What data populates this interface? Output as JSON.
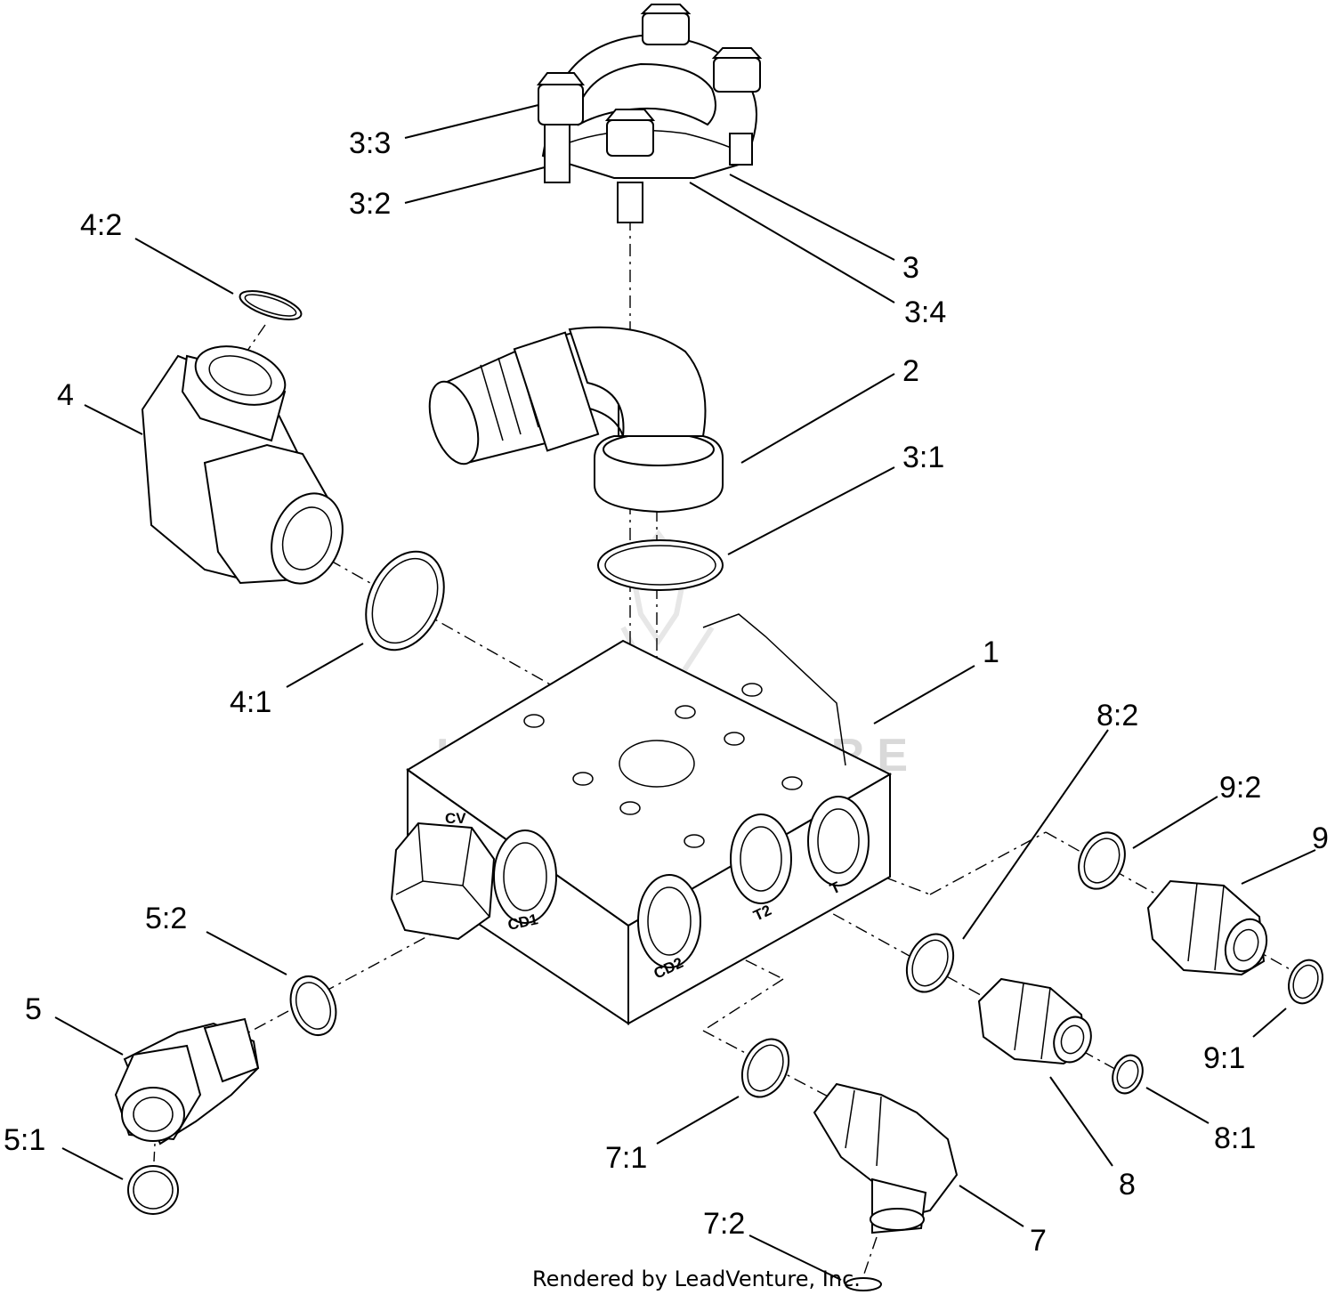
{
  "callouts": [
    {
      "id": "c-3-3",
      "text": "3:3"
    },
    {
      "id": "c-3-2",
      "text": "3:2"
    },
    {
      "id": "c-3",
      "text": "3"
    },
    {
      "id": "c-3-4",
      "text": "3:4"
    },
    {
      "id": "c-4-2",
      "text": "4:2"
    },
    {
      "id": "c-4",
      "text": "4"
    },
    {
      "id": "c-2",
      "text": "2"
    },
    {
      "id": "c-3-1",
      "text": "3:1"
    },
    {
      "id": "c-4-1",
      "text": "4:1"
    },
    {
      "id": "c-1",
      "text": "1"
    },
    {
      "id": "c-8-2",
      "text": "8:2"
    },
    {
      "id": "c-9-2",
      "text": "9:2"
    },
    {
      "id": "c-9",
      "text": "9"
    },
    {
      "id": "c-5-2",
      "text": "5:2"
    },
    {
      "id": "c-5",
      "text": "5"
    },
    {
      "id": "c-5-1",
      "text": "5:1"
    },
    {
      "id": "c-9-1",
      "text": "9:1"
    },
    {
      "id": "c-8-1",
      "text": "8:1"
    },
    {
      "id": "c-7-1",
      "text": "7:1"
    },
    {
      "id": "c-8",
      "text": "8"
    },
    {
      "id": "c-7-2",
      "text": "7:2"
    },
    {
      "id": "c-7",
      "text": "7"
    }
  ],
  "ports": {
    "cv": "CV",
    "cd1": "CD1",
    "cd2": "CD2",
    "t2": "T2",
    "t": "T"
  },
  "watermark": "LEADVENTURE",
  "credit": "Rendered by LeadVenture, Inc."
}
